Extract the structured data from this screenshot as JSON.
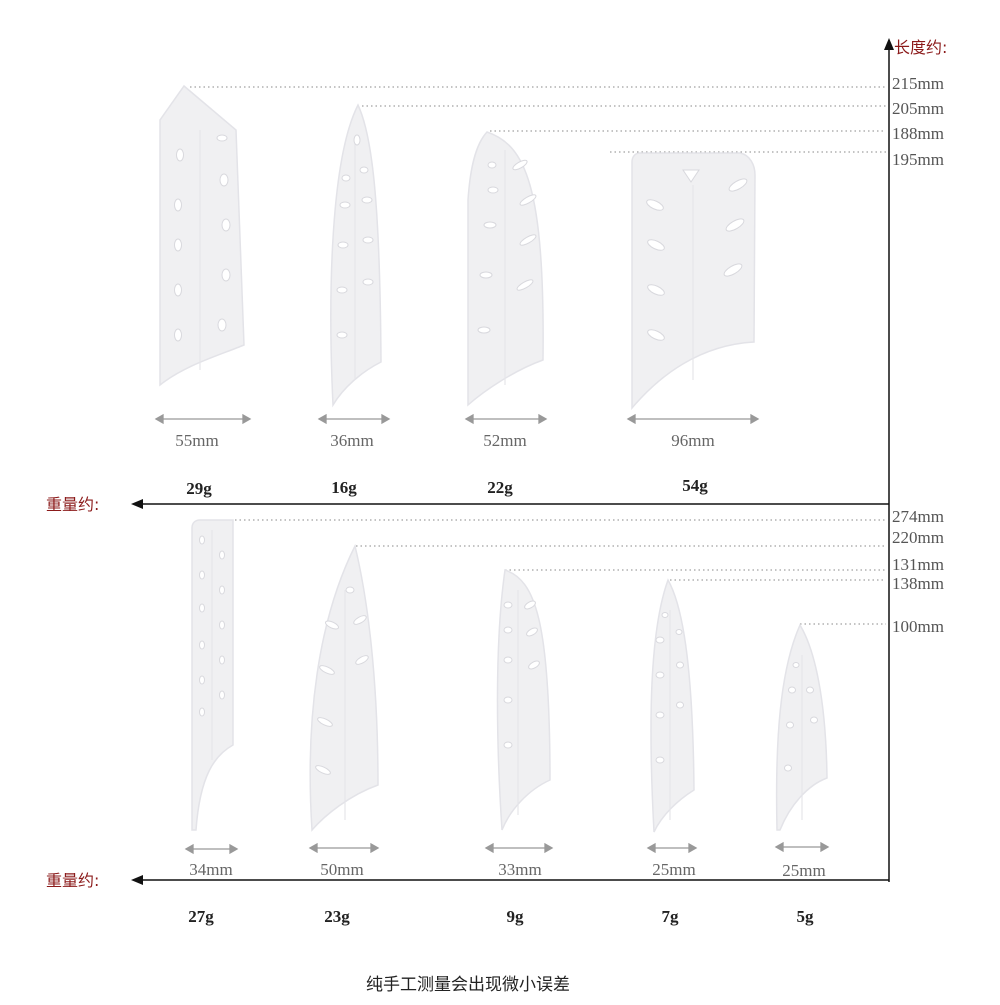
{
  "axis": {
    "length_label": "长度约:",
    "weight_label": "重量约:"
  },
  "footer_note": "纯手工测量会出现微小误差",
  "colors": {
    "axis_label": "#8b1a1a",
    "text": "#444444",
    "dim_text": "#666666",
    "dotted": "#9a9a9a",
    "sheath_fill": "#f0f0f2",
    "sheath_stroke": "#e2e2e6"
  },
  "rows": [
    {
      "weight_label": "重量约:",
      "items": [
        {
          "width": "55mm",
          "weight": "29g",
          "length": "215mm",
          "shape": "tall-tip"
        },
        {
          "width": "36mm",
          "weight": "16g",
          "length": "205mm",
          "shape": "pointed"
        },
        {
          "width": "52mm",
          "weight": "22g",
          "length": "188mm",
          "shape": "santoku"
        },
        {
          "width": "96mm",
          "weight": "54g",
          "length": "195mm",
          "shape": "cleaver"
        }
      ]
    },
    {
      "weight_label": "重量约:",
      "items": [
        {
          "width": "34mm",
          "weight": "27g",
          "length": "274mm",
          "shape": "bread"
        },
        {
          "width": "50mm",
          "weight": "23g",
          "length": "220mm",
          "shape": "chef"
        },
        {
          "width": "33mm",
          "weight": "9g",
          "length": "131mm",
          "shape": "santoku-small"
        },
        {
          "width": "25mm",
          "weight": "7g",
          "length": "138mm",
          "shape": "pointed"
        },
        {
          "width": "25mm",
          "weight": "5g",
          "length": "100mm",
          "shape": "pointed"
        }
      ]
    }
  ]
}
